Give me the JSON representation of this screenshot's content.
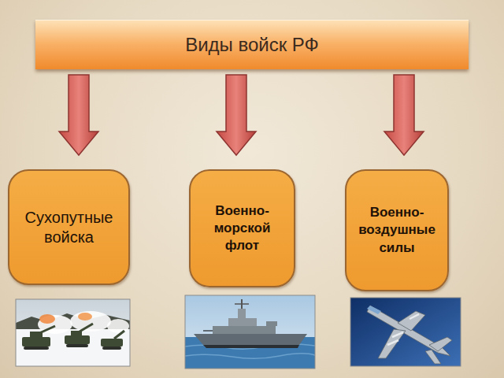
{
  "diagram": {
    "nodes": [
      {
        "text": [
          "Виды войск РФ"
        ]
      },
      {
        "text": [
          "Сухопутные войска"
        ]
      },
      {
        "text": [
          "Военно-морской флот"
        ]
      },
      {
        "text": [
          "Военно-воздушные силы"
        ]
      }
    ],
    "edges": [
      {
        "from": 0,
        "to": 1,
        "arrow": "to"
      },
      {
        "from": 0,
        "to": 2,
        "arrow": "to"
      },
      {
        "from": 0,
        "to": 3,
        "arrow": "to"
      }
    ]
  }
}
